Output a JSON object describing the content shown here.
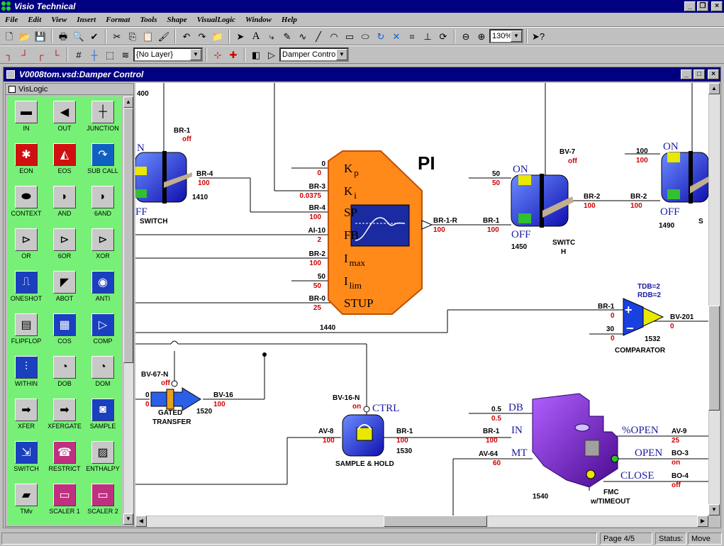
{
  "app": {
    "title": "Visio Technical"
  },
  "menu": [
    "File",
    "Edit",
    "View",
    "Insert",
    "Format",
    "Tools",
    "Shape",
    "VisualLogic",
    "Window",
    "Help"
  ],
  "toolbar": {
    "zoom": "130%",
    "layer": "{No Layer}",
    "page_combo": "Damper Control"
  },
  "document": {
    "title": "V0008tom.vsd:Damper Control"
  },
  "stencil": {
    "title": "VisLogic",
    "items": [
      "IN",
      "OUT",
      "JUNCTION",
      "EON",
      "EOS",
      "SUB CALL",
      "CONTEXT",
      "AND",
      "6AND",
      "OR",
      "6OR",
      "XOR",
      "ONESHOT",
      "ABOT",
      "ANTI",
      "FLIPFLOP",
      "COS",
      "COMP",
      "WITHIN",
      "DOB",
      "DOM",
      "XFER",
      "XFERGATE",
      "SAMPLE",
      "SWITCH",
      "RESTRICT",
      "ENTHALPY",
      "TMv",
      "SCALER 1",
      "SCALER 2"
    ]
  },
  "canvas": {
    "top_left_num": "400",
    "pi": {
      "title": "PI",
      "ports": [
        {
          "label": "K",
          "sub": "p",
          "name": "0",
          "value": "0"
        },
        {
          "label": "K",
          "sub": "i",
          "name": "BR-3",
          "value": "0.0375"
        },
        {
          "label": "SP",
          "sub": "",
          "name": "BR-4",
          "value": "100"
        },
        {
          "label": "FB",
          "sub": "",
          "name": "AI-10",
          "value": "2"
        },
        {
          "label": "I",
          "sub": "max",
          "name": "BR-2",
          "value": "100"
        },
        {
          "label": "I",
          "sub": "lim",
          "name": "50",
          "value": "50"
        },
        {
          "label": "STUP",
          "sub": "",
          "name": "BR-0",
          "value": "25"
        }
      ],
      "id": "1440",
      "out_name": "BR-1-R",
      "out_value": "100"
    },
    "sw1410": {
      "in_name": "BR-1",
      "in_value": "off",
      "out_name": "BR-4",
      "out_value": "100",
      "id": "1410",
      "on": "N",
      "off": "FF",
      "label": "SWITCH"
    },
    "sw1450": {
      "on_name": "50",
      "on_value": "50",
      "off_name": "BR-1",
      "off_value": "100",
      "ctrl_name": "BV-7",
      "ctrl_value": "off",
      "out_name": "BR-2",
      "out_value": "100",
      "id": "1450",
      "on": "ON",
      "off": "OFF",
      "label1": "SWITC",
      "label2": "H"
    },
    "sw1490": {
      "on_name": "100",
      "on_value": "100",
      "off_name": "BR-2",
      "off_value": "100",
      "id": "1490",
      "on": "ON",
      "off": "OFF",
      "label": "S"
    },
    "comp": {
      "tdb": "TDB=2",
      "rdb": "RDB=2",
      "in1_name": "BR-1",
      "in1_value": "0",
      "in2_name": "30",
      "in2_value": "0",
      "out_name": "BV-201",
      "out_value": "0",
      "id": "1532",
      "label": "COMPARATOR"
    },
    "gated": {
      "ctrl_name": "BV-67-N",
      "ctrl_value": "off",
      "in_name": "0",
      "in_value": "0",
      "out_name": "BV-16",
      "out_value": "100",
      "id": "1520",
      "label1": "GATED",
      "label2": "TRANSFER"
    },
    "sample": {
      "ctrl_name": "BV-16-N",
      "ctrl_value": "on",
      "ctrl": "CTRL",
      "in_name": "AV-8",
      "in_value": "100",
      "out_name": "BR-1",
      "out_value": "100",
      "id": "1530",
      "label": "SAMPLE & HOLD"
    },
    "fmc": {
      "db_name": "0.5",
      "db_value": "0.5",
      "db": "DB",
      "in_name": "BR-1",
      "in_value": "100",
      "in": "IN",
      "mt_name": "AV-64",
      "mt_value": "60",
      "mt": "MT",
      "open_pct": "%OPEN",
      "open_pct_name": "AV-9",
      "open_pct_value": "25",
      "open": "OPEN",
      "open_name": "BO-3",
      "open_value": "on",
      "close": "CLOSE",
      "close_name": "BO-4",
      "close_value": "off",
      "id": "1540",
      "label1": "FMC",
      "label2": "w/TIMEOUT"
    }
  },
  "status": {
    "page": "Page 4/5",
    "status_label": "Status:",
    "status_value": "Move"
  },
  "colors": {
    "stencil_bg": "#77f077",
    "pi_orange": "#ff8a1a",
    "switch_blue": "#2440e0",
    "fmc_purple": "#7a1cc8",
    "value_red": "#d00000"
  }
}
